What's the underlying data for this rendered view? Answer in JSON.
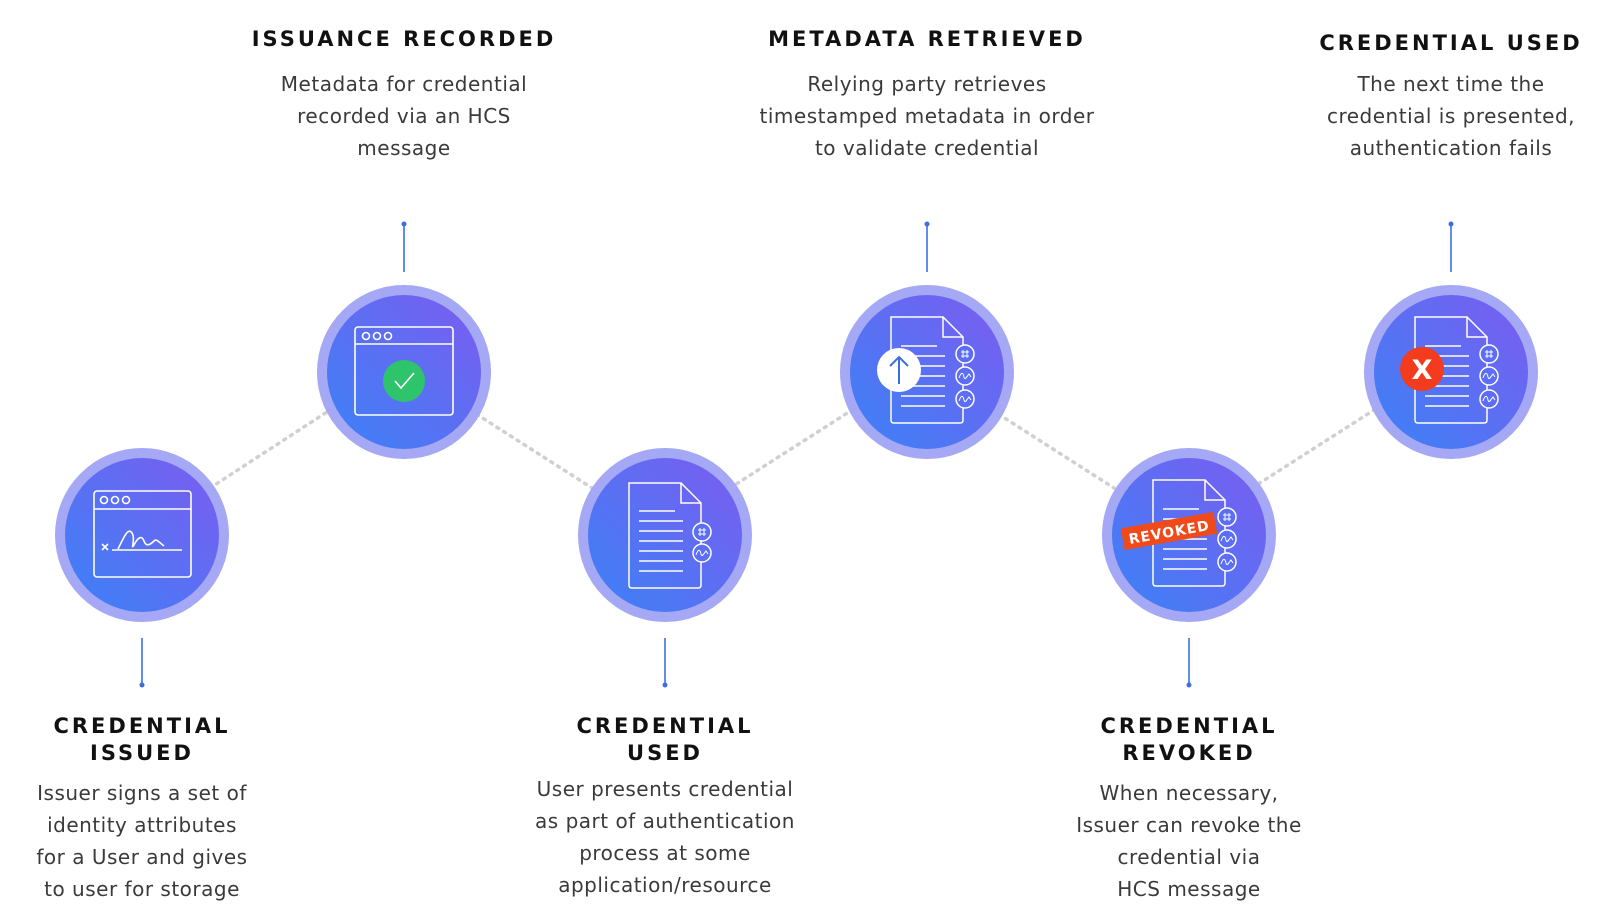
{
  "colors": {
    "circle_gradient_start": "#3b82f6",
    "circle_gradient_end": "#7c5cf0",
    "ring": "#a5a8f5",
    "connector": "#d0d0d0",
    "stem": "#3b6fe0",
    "success": "#2ec46b",
    "error": "#f23c1d",
    "revoked": "#f04a1a"
  },
  "steps": [
    {
      "id": "credential-issued",
      "title_lines": [
        "CREDENTIAL",
        "ISSUED"
      ],
      "desc_lines": [
        "Issuer signs a set of",
        "identity attributes",
        "for a User and gives",
        "to user for storage"
      ],
      "icon": "signed-document-window-icon"
    },
    {
      "id": "issuance-recorded",
      "title_lines": [
        "ISSUANCE RECORDED"
      ],
      "desc_lines": [
        "Metadata for credential",
        "recorded via an HCS",
        "message"
      ],
      "icon": "browser-window-check-icon"
    },
    {
      "id": "credential-used-1",
      "title_lines": [
        "CREDENTIAL",
        "USED"
      ],
      "desc_lines": [
        "User presents credential",
        "as part of authentication",
        "process at some",
        "application/resource"
      ],
      "icon": "credential-document-icon"
    },
    {
      "id": "metadata-retrieved",
      "title_lines": [
        "METADATA RETRIEVED"
      ],
      "desc_lines": [
        "Relying party retrieves",
        "timestamped metadata in order",
        "to validate credential"
      ],
      "icon": "document-upload-arrow-icon"
    },
    {
      "id": "credential-revoked",
      "title_lines": [
        "CREDENTIAL",
        "REVOKED"
      ],
      "desc_lines": [
        "When necessary,",
        "Issuer can revoke the",
        "credential via",
        "HCS message"
      ],
      "icon": "revoked-document-icon",
      "stamp": "REVOKED"
    },
    {
      "id": "credential-used-2",
      "title_lines": [
        "CREDENTIAL USED"
      ],
      "desc_lines": [
        "The next time the",
        "credential is presented,",
        "authentication fails"
      ],
      "icon": "document-fail-x-icon",
      "badge": "X"
    }
  ]
}
